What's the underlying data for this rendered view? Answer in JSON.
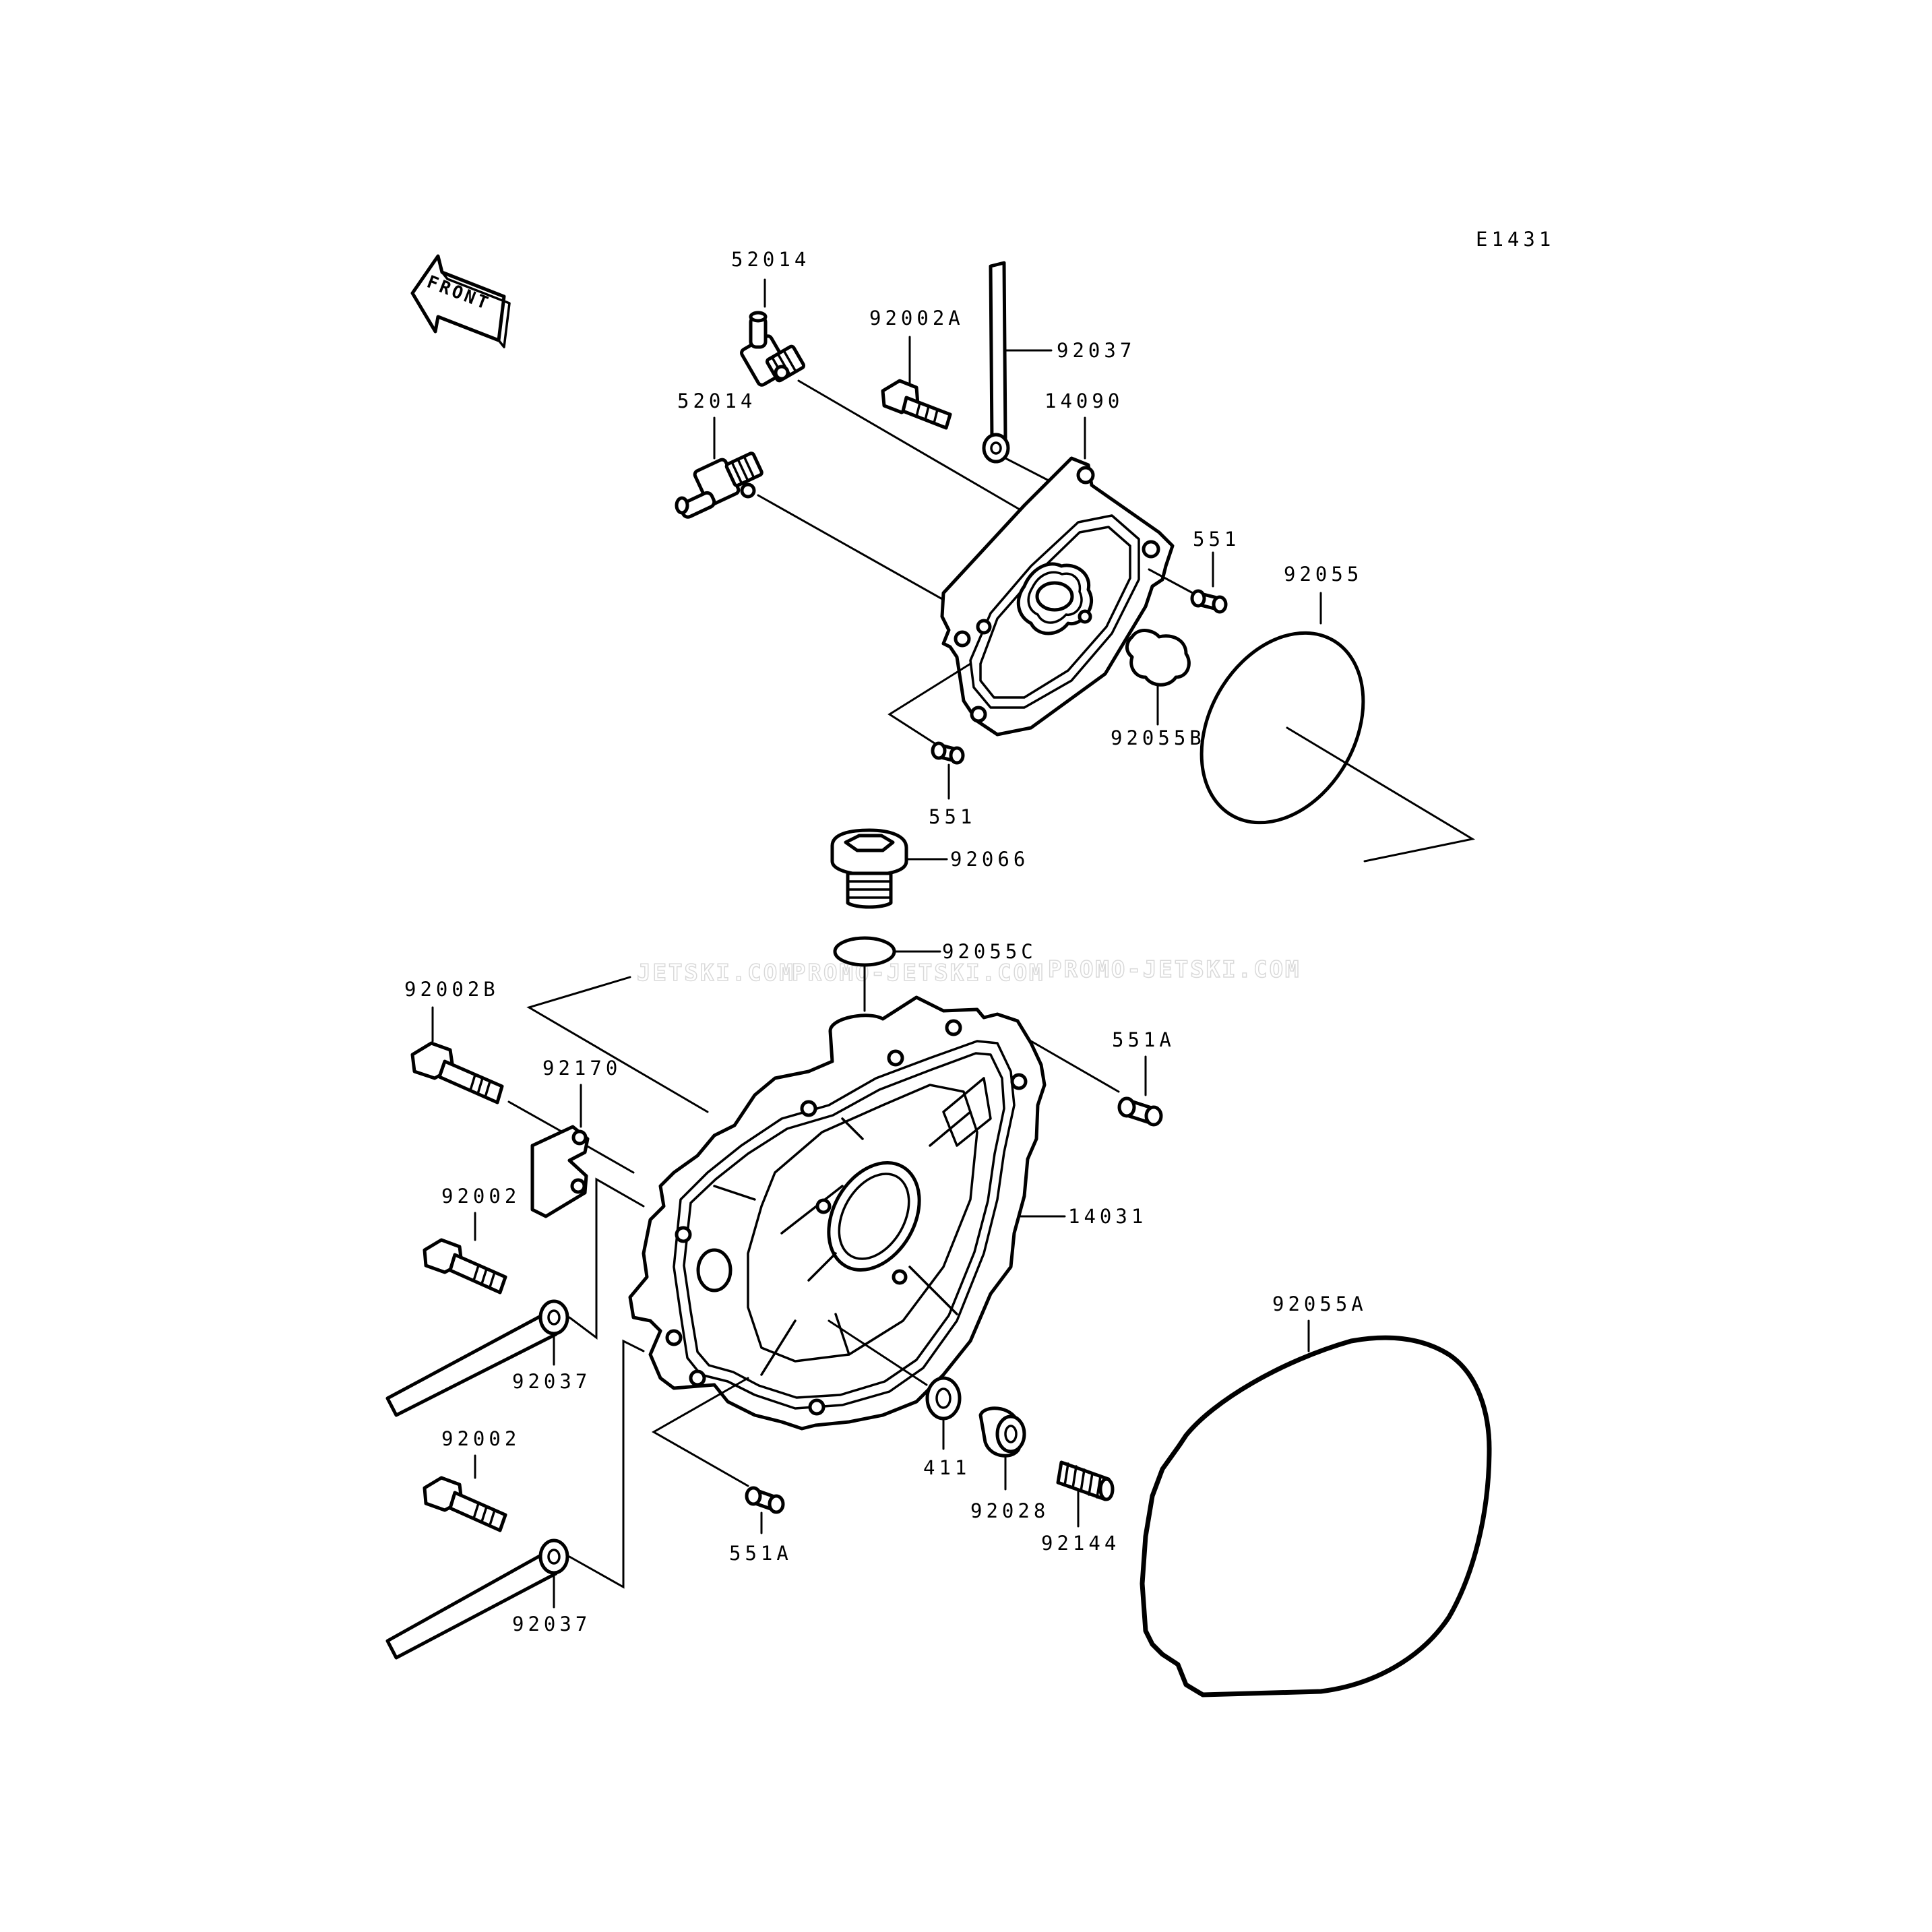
{
  "diagram": {
    "code": "E1431",
    "front_label": "FRONT",
    "watermarks": [
      "JETSKI.COM",
      "PROMO-JETSKI.COM",
      "PROMO-JETSKI.COM"
    ],
    "labels": {
      "p52014_top": "52014",
      "p92002A": "92002A",
      "p92037_top": "92037",
      "p14090": "14090",
      "p52014_mid": "52014",
      "p551_right": "551",
      "p92055": "92055",
      "p92055B": "92055B",
      "p551_bottom": "551",
      "p92066": "92066",
      "p92055C": "92055C",
      "p92002B": "92002B",
      "p92170": "92170",
      "p551A_top": "551A",
      "p92002_a": "92002",
      "p14031": "14031",
      "p92055A": "92055A",
      "p92037_a": "92037",
      "p411": "411",
      "p92028": "92028",
      "p92144": "92144",
      "p92002_b": "92002",
      "p551A_bottom": "551A",
      "p92037_b": "92037"
    }
  }
}
